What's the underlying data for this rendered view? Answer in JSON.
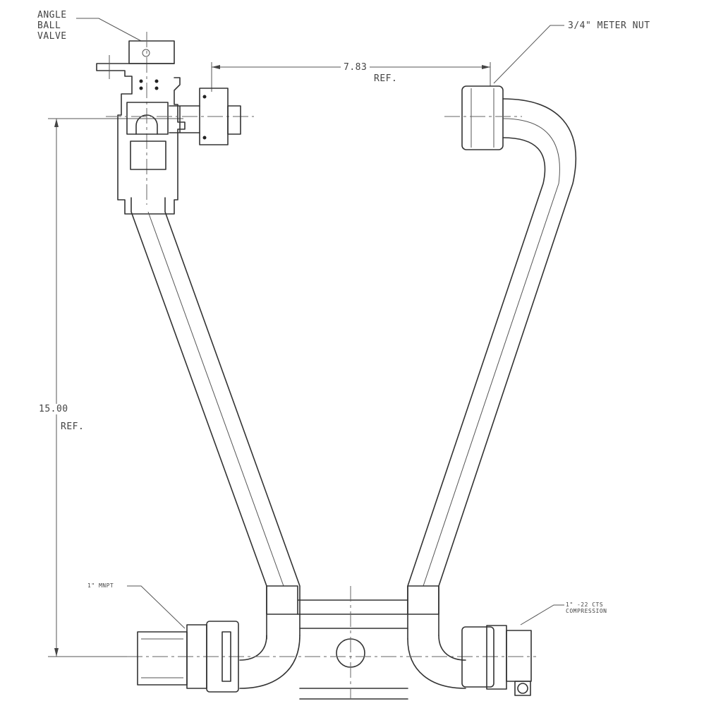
{
  "labels": {
    "angle_ball_valve": [
      "ANGLE",
      "BALL",
      "VALVE"
    ],
    "meter_nut": "3/4\" METER NUT",
    "width_dim": {
      "value": "7.83",
      "suffix": "REF."
    },
    "height_dim": {
      "value": "15.00",
      "suffix": "REF."
    },
    "inlet": "1\" MNPT",
    "outlet": [
      "1\" -22 CTS",
      "COMPRESSION"
    ]
  },
  "colors": {
    "line": "#333333",
    "background": "#ffffff"
  }
}
